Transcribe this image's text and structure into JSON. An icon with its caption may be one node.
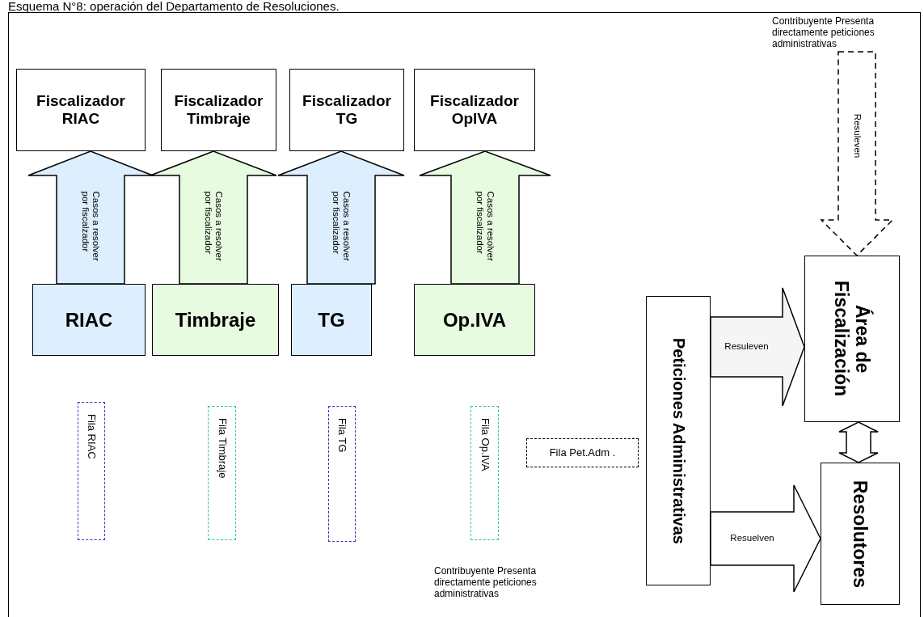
{
  "diagram": {
    "title": "Esquema N°8: operación del Departamento de Resoluciones.",
    "nodes": [
      {
        "text": [
          "Contribuyente Presenta directamente peticiones administrativas"
        ]
      },
      {
        "text": [
          "Fiscalizador RIAC"
        ]
      },
      {
        "text": [
          "Fiscalizador Timbraje"
        ]
      },
      {
        "text": [
          "Fiscalizador TG"
        ]
      },
      {
        "text": [
          "Fiscalizador OpIVA"
        ]
      },
      {
        "text": [
          "RIAC"
        ]
      },
      {
        "text": [
          "Timbraje"
        ]
      },
      {
        "text": [
          "TG"
        ]
      },
      {
        "text": [
          "Op.IVA"
        ]
      },
      {
        "text": [
          "Área de Fiscalización"
        ]
      },
      {
        "text": [
          "Peticiones Administrativas"
        ]
      },
      {
        "text": [
          "Fila RIAC"
        ]
      },
      {
        "text": [
          "Fila Timbraje"
        ]
      },
      {
        "text": [
          "Fila TG"
        ]
      },
      {
        "text": [
          "Fila Op.IVA"
        ]
      },
      {
        "text": [
          "Fila Pet.Adm ."
        ]
      },
      {
        "text": [
          "Resolutores"
        ]
      }
    ],
    "edges": [
      {
        "from": 5,
        "to": 1,
        "arrow": "to",
        "label": "Casos a resolver por fiscalzador"
      },
      {
        "from": 6,
        "to": 2,
        "arrow": "to",
        "label": "Casos a resolver por fiscalizador"
      },
      {
        "from": 7,
        "to": 3,
        "arrow": "to",
        "label": "Casos a resolver por fiscalizador"
      },
      {
        "from": 8,
        "to": 4,
        "arrow": "to",
        "label": "Casos a resolver por fiscalizador"
      },
      {
        "from": 0,
        "to": 9,
        "arrow": "to",
        "label": "Resuleven",
        "style": "dashed"
      },
      {
        "from": 10,
        "to": 9,
        "arrow": "to",
        "label": "Resuleven"
      },
      {
        "from": 10,
        "to": 16,
        "arrow": "to",
        "label": "Resuelven"
      },
      {
        "from": 9,
        "to": 16,
        "arrow": "both"
      }
    ],
    "labels": [
      "Contribuyente Presenta directamente peticiones administrativas"
    ]
  }
}
